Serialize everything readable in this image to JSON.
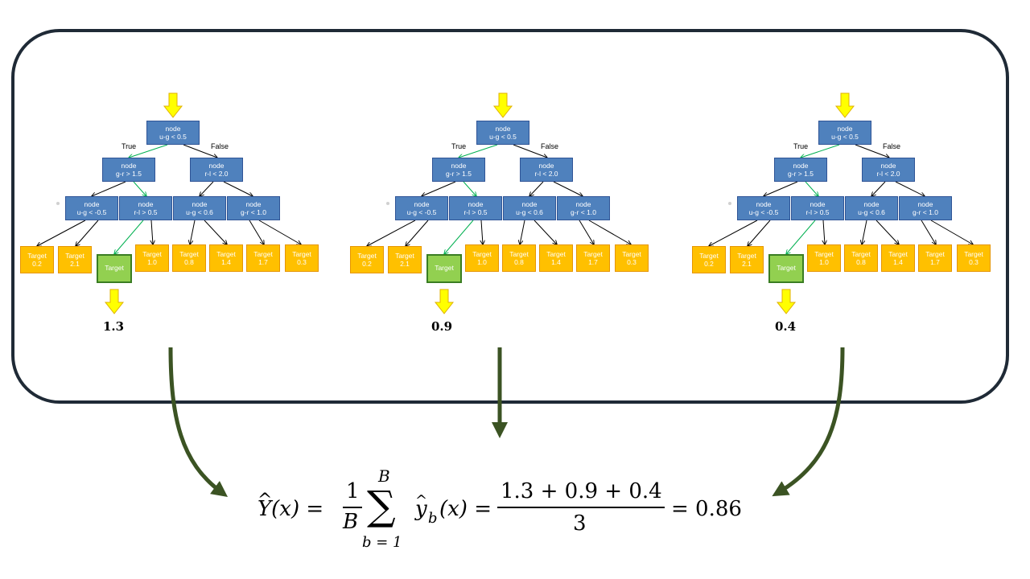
{
  "trees": [
    {
      "prediction": "1.3",
      "root": {
        "title": "node",
        "rule": "u-g < 0.5"
      },
      "branch_true": "True",
      "branch_false": "False",
      "level2": [
        {
          "title": "node",
          "rule": "g-r > 1.5"
        },
        {
          "title": "node",
          "rule": "r-l < 2.0"
        }
      ],
      "level3": [
        {
          "title": "node",
          "rule": "u-g < -0.5"
        },
        {
          "title": "node",
          "rule": "r-l > 0.5"
        },
        {
          "title": "node",
          "rule": "u-g < 0.6"
        },
        {
          "title": "node",
          "rule": "g-r < 1.0"
        }
      ],
      "leaves": [
        {
          "title": "Target",
          "value": "0.2"
        },
        {
          "title": "Target",
          "value": "2.1"
        },
        {
          "title": "Target",
          "value": ""
        },
        {
          "title": "Target",
          "value": "1.0"
        },
        {
          "title": "Target",
          "value": "0.8"
        },
        {
          "title": "Target",
          "value": "1.4"
        },
        {
          "title": "Target",
          "value": "1.7"
        },
        {
          "title": "Target",
          "value": "0.3"
        }
      ]
    },
    {
      "prediction": "0.9",
      "root": {
        "title": "node",
        "rule": "u-g < 0.5"
      },
      "branch_true": "True",
      "branch_false": "False",
      "level2": [
        {
          "title": "node",
          "rule": "g-r > 1.5"
        },
        {
          "title": "node",
          "rule": "r-l < 2.0"
        }
      ],
      "level3": [
        {
          "title": "node",
          "rule": "u-g < -0.5"
        },
        {
          "title": "node",
          "rule": "r-l > 0.5"
        },
        {
          "title": "node",
          "rule": "u-g < 0.6"
        },
        {
          "title": "node",
          "rule": "g-r < 1.0"
        }
      ],
      "leaves": [
        {
          "title": "Target",
          "value": "0.2"
        },
        {
          "title": "Target",
          "value": "2.1"
        },
        {
          "title": "Target",
          "value": ""
        },
        {
          "title": "Target",
          "value": "1.0"
        },
        {
          "title": "Target",
          "value": "0.8"
        },
        {
          "title": "Target",
          "value": "1.4"
        },
        {
          "title": "Target",
          "value": "1.7"
        },
        {
          "title": "Target",
          "value": "0.3"
        }
      ]
    },
    {
      "prediction": "0.4",
      "root": {
        "title": "node",
        "rule": "u-g < 0.5"
      },
      "branch_true": "True",
      "branch_false": "False",
      "level2": [
        {
          "title": "node",
          "rule": "g-r > 1.5"
        },
        {
          "title": "node",
          "rule": "r-l < 2.0"
        }
      ],
      "level3": [
        {
          "title": "node",
          "rule": "u-g < -0.5"
        },
        {
          "title": "node",
          "rule": "r-l > 0.5"
        },
        {
          "title": "node",
          "rule": "u-g < 0.6"
        },
        {
          "title": "node",
          "rule": "g-r < 1.0"
        }
      ],
      "leaves": [
        {
          "title": "Target",
          "value": "0.2"
        },
        {
          "title": "Target",
          "value": "2.1"
        },
        {
          "title": "Target",
          "value": ""
        },
        {
          "title": "Target",
          "value": "1.0"
        },
        {
          "title": "Target",
          "value": "0.8"
        },
        {
          "title": "Target",
          "value": "1.4"
        },
        {
          "title": "Target",
          "value": "1.7"
        },
        {
          "title": "Target",
          "value": "0.3"
        }
      ]
    }
  ],
  "formula": {
    "lhs": "Y(x) =",
    "frac_num": "1",
    "frac_den": "B",
    "sum_top": "B",
    "sum_sign": "∑",
    "sum_bottom": "b = 1",
    "term": "y",
    "term_sub": "b",
    "term_arg": "(x) =",
    "num": "1.3 + 0.9 + 0.4",
    "den": "3",
    "result": "= 0.86"
  },
  "colors": {
    "node": "#4f81bd",
    "leaf": "#ffc000",
    "selected_leaf": "#92d050",
    "path": "#00b050",
    "input_arrow": "#ffff00",
    "flow_arrow": "#3b5323",
    "frame": "#1f2a36"
  },
  "icons": {
    "input": "down-arrow-icon",
    "flow": "curved-arrow-icon"
  }
}
